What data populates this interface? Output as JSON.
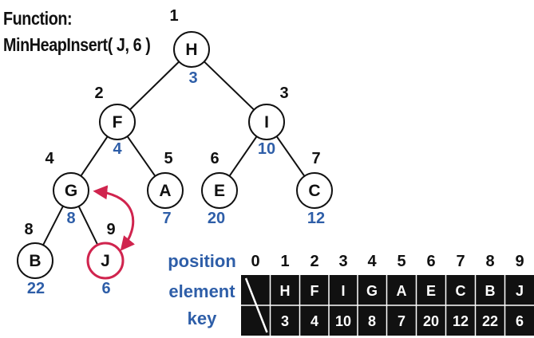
{
  "function": {
    "label": "Function:",
    "call": "MinHeapInsert( J, 6 )"
  },
  "nodes": [
    {
      "pos": "1",
      "letter": "H",
      "key": "3"
    },
    {
      "pos": "2",
      "letter": "F",
      "key": "4"
    },
    {
      "pos": "3",
      "letter": "I",
      "key": "10"
    },
    {
      "pos": "4",
      "letter": "G",
      "key": "8"
    },
    {
      "pos": "5",
      "letter": "A",
      "key": "7"
    },
    {
      "pos": "6",
      "letter": "E",
      "key": "20"
    },
    {
      "pos": "7",
      "letter": "C",
      "key": "12"
    },
    {
      "pos": "8",
      "letter": "B",
      "key": "22"
    },
    {
      "pos": "9",
      "letter": "J",
      "key": "6"
    }
  ],
  "edges": [
    [
      "1",
      "2"
    ],
    [
      "1",
      "3"
    ],
    [
      "2",
      "4"
    ],
    [
      "2",
      "5"
    ],
    [
      "3",
      "6"
    ],
    [
      "3",
      "7"
    ],
    [
      "4",
      "8"
    ],
    [
      "4",
      "9"
    ]
  ],
  "highlight": {
    "node": "9",
    "color": "#d0244e",
    "swap_with": "4"
  },
  "colors": {
    "key": "#2e5ea8",
    "table_bg": "#111111",
    "highlight": "#d0244e"
  },
  "table": {
    "row_labels": {
      "position": "position",
      "element": "element",
      "key": "key"
    },
    "positions": [
      "0",
      "1",
      "2",
      "3",
      "4",
      "5",
      "6",
      "7",
      "8",
      "9"
    ],
    "elements": [
      "H",
      "F",
      "I",
      "G",
      "A",
      "E",
      "C",
      "B",
      "J"
    ],
    "keys": [
      "3",
      "4",
      "10",
      "8",
      "7",
      "20",
      "12",
      "22",
      "6"
    ]
  }
}
